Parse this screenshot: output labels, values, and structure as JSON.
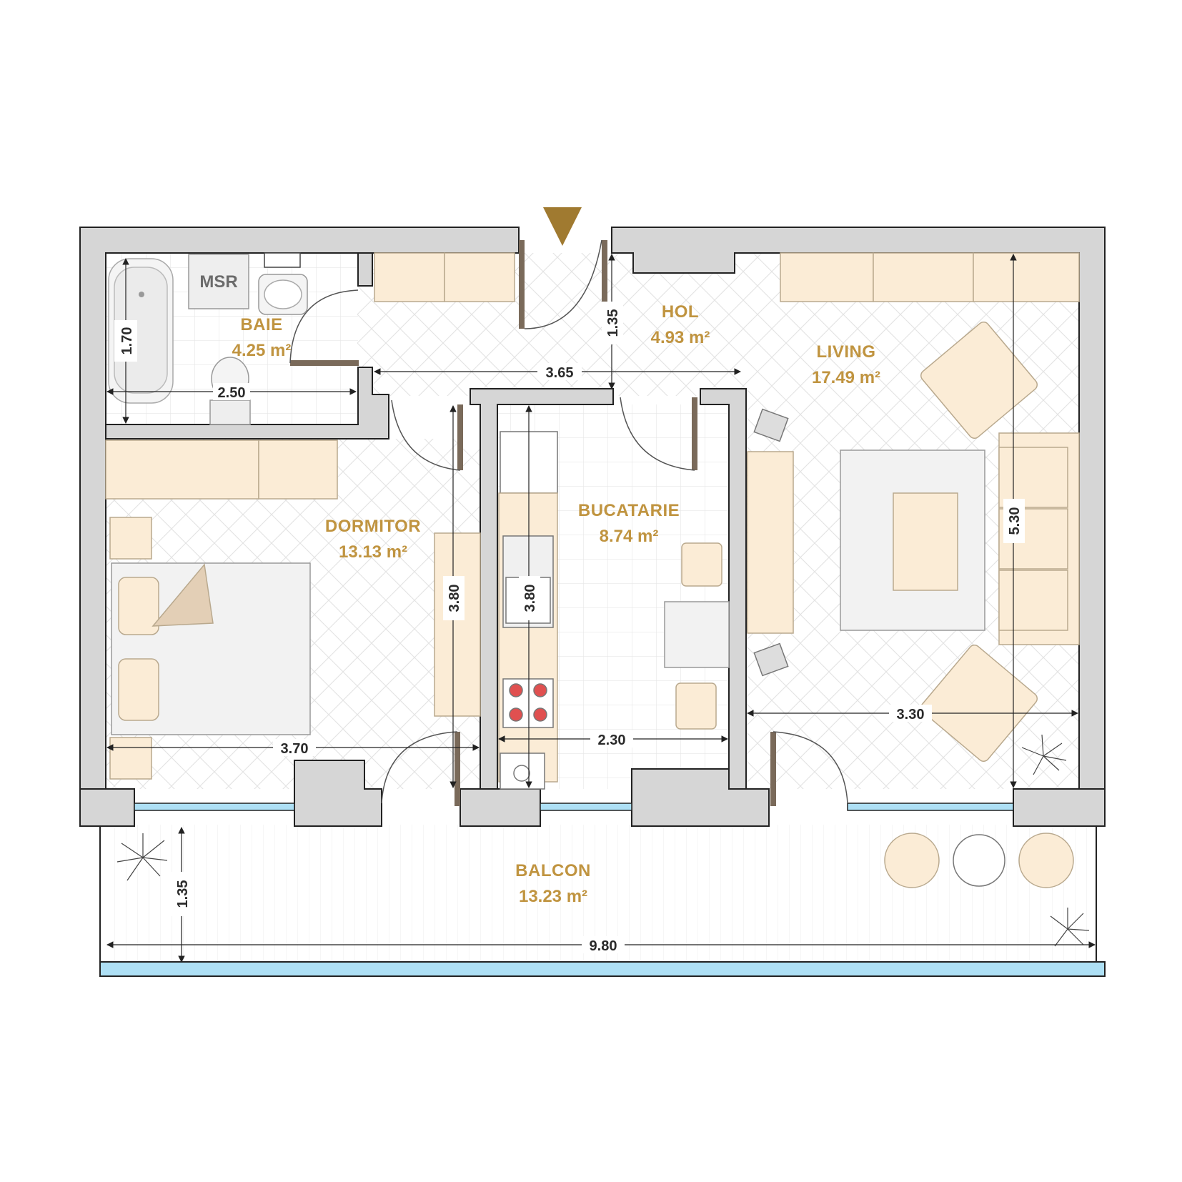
{
  "colors": {
    "wall": "#d6d6d6",
    "wall_stroke": "#222222",
    "furniture": "#fbecd6",
    "furniture_stroke": "#b9a98e",
    "label": "#c09440",
    "glass": "#aee0f5",
    "door": "#7a6a5a"
  },
  "rooms": {
    "baie": {
      "name": "BAIE",
      "area": "4.25 m²"
    },
    "hol": {
      "name": "HOL",
      "area": "4.93 m²"
    },
    "living": {
      "name": "LIVING",
      "area": "17.49 m²"
    },
    "dormitor": {
      "name": "DORMITOR",
      "area": "13.13 m²"
    },
    "bucatarie": {
      "name": "BUCATARIE",
      "area": "8.74 m²"
    },
    "balcon": {
      "name": "BALCON",
      "area": "13.23 m²"
    }
  },
  "msr_label": "MSR",
  "dimensions": {
    "baie_height": "1.70",
    "baie_width": "2.50",
    "hol_height": "1.35",
    "hol_width": "3.65",
    "living_height": "5.30",
    "living_width": "3.30",
    "dormitor_height": "3.80",
    "dormitor_width": "3.70",
    "bucatarie_height": "3.80",
    "bucatarie_width": "2.30",
    "balcon_height": "1.35",
    "balcon_width": "9.80"
  }
}
